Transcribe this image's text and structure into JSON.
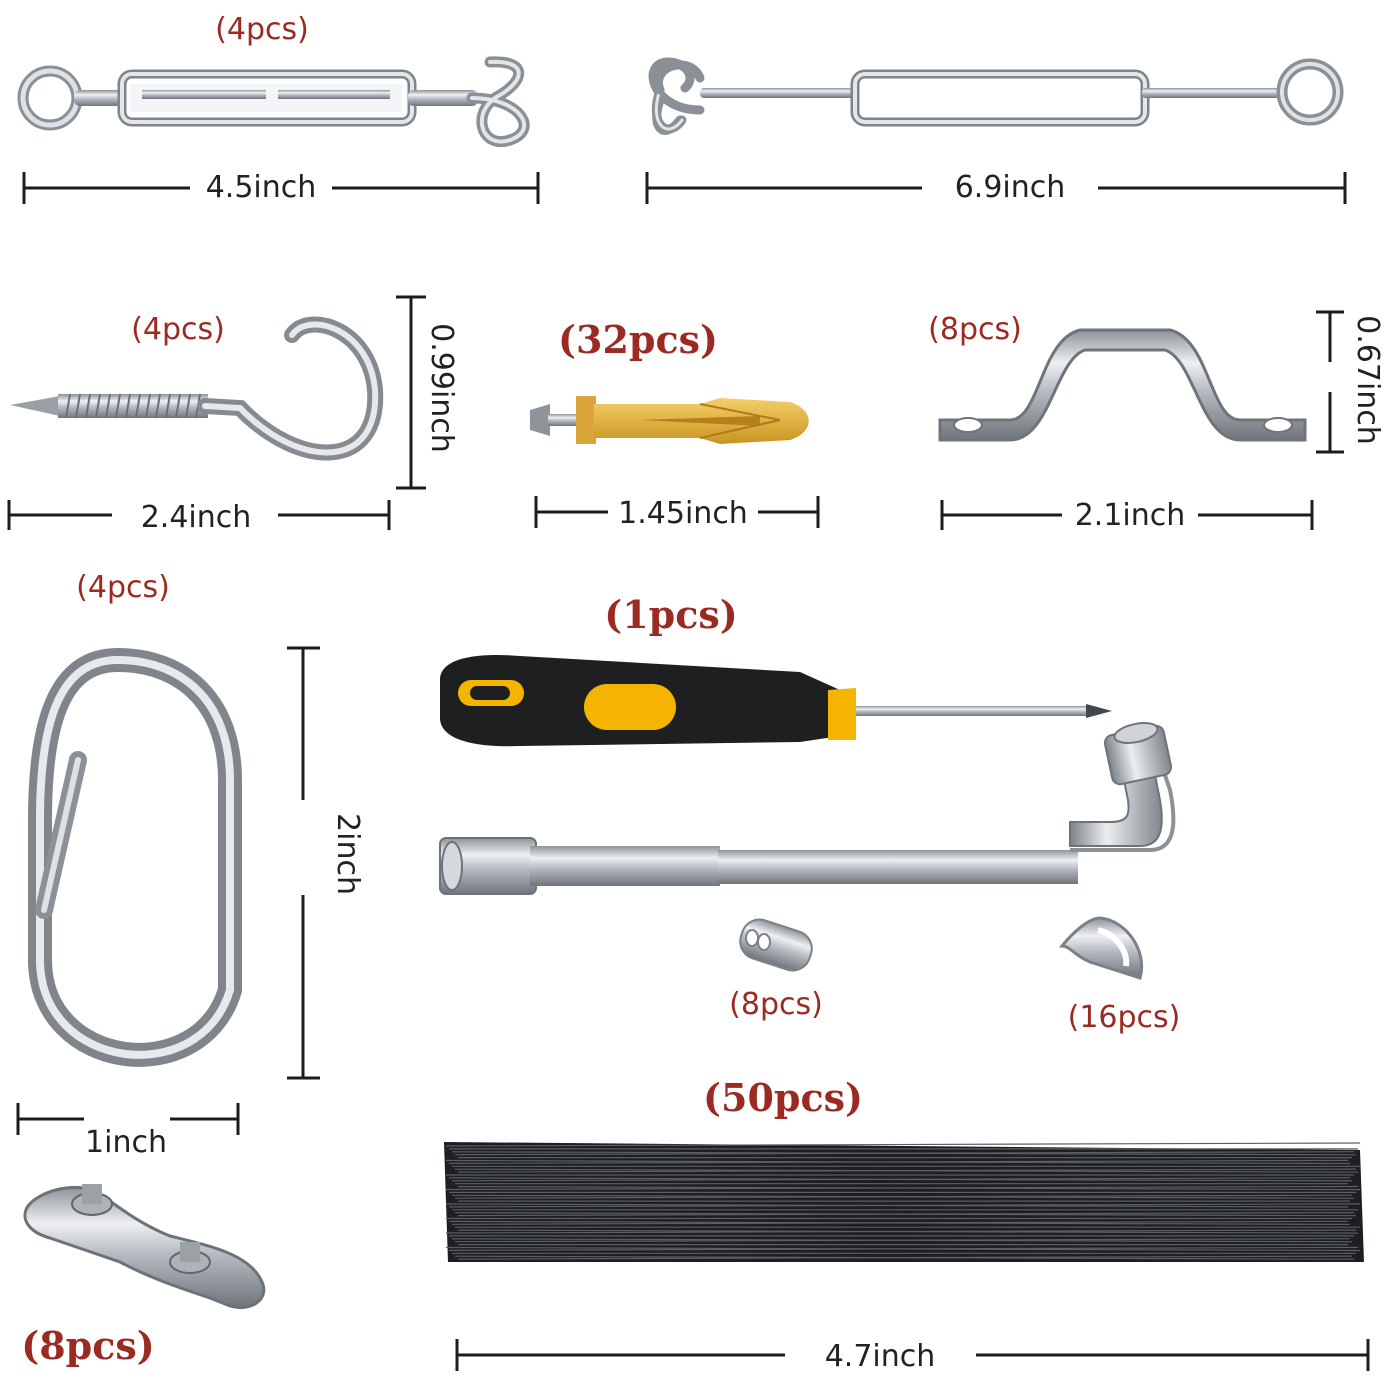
{
  "items": {
    "turnbuckle_small": {
      "qty": "(4pcs)",
      "size": "4.5inch"
    },
    "turnbuckle_large": {
      "size": "6.9inch"
    },
    "screw_hook": {
      "qty": "(4pcs)",
      "width": "2.4inch",
      "height": "0.99inch"
    },
    "wall_anchor": {
      "qty": "(32pcs)",
      "size": "1.45inch"
    },
    "pad_eye": {
      "qty": "(8pcs)",
      "width": "2.1inch",
      "height": "0.67inch"
    },
    "carabiner": {
      "qty": "(4pcs)",
      "width": "1inch",
      "height": "2inch"
    },
    "tools": {
      "qty": "(1pcs)"
    },
    "ferrule": {
      "qty": "(8pcs)"
    },
    "thimble": {
      "qty": "(16pcs)"
    },
    "cable_ties": {
      "qty": "(50pcs)",
      "size": "4.7inch"
    },
    "duplex_clip": {
      "qty": "(8pcs)"
    }
  },
  "colors": {
    "quantity_text": "#9b2a22",
    "dimension_text": "#222222",
    "steel": "#c9cdd2",
    "screwdriver_handle_yellow": "#f5b400",
    "anchor_yellow": "#e6b23a",
    "cable_tie_black": "#1d1f22"
  }
}
